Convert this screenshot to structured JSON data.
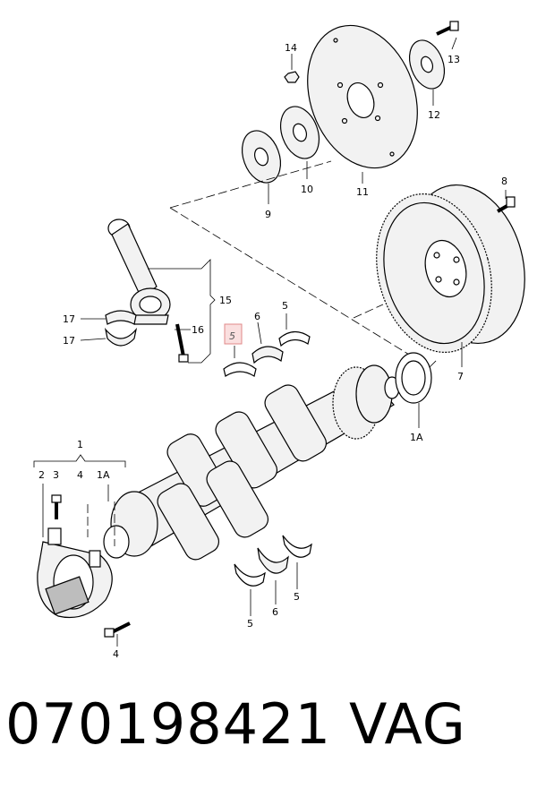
{
  "diagram": {
    "highlight_color": "#f4b8b8",
    "labels": {
      "l1": "1",
      "l1a_crank": "1A",
      "l1a_seal": "1A",
      "l2": "2",
      "l3": "3",
      "l4_top": "4",
      "l4_bottom": "4",
      "l5_highlight": "5",
      "l5_upper": "5",
      "l5_lower_left": "5",
      "l5_lower_right": "5",
      "l6_upper": "6",
      "l6_lower": "6",
      "l7": "7",
      "l8": "8",
      "l9": "9",
      "l10": "10",
      "l11": "11",
      "l12": "12",
      "l13": "13",
      "l14": "14",
      "l15": "15",
      "l16": "16",
      "l17_upper": "17",
      "l17_lower": "17"
    }
  },
  "footer": {
    "part_number": "070198421",
    "brand": "VAG"
  }
}
